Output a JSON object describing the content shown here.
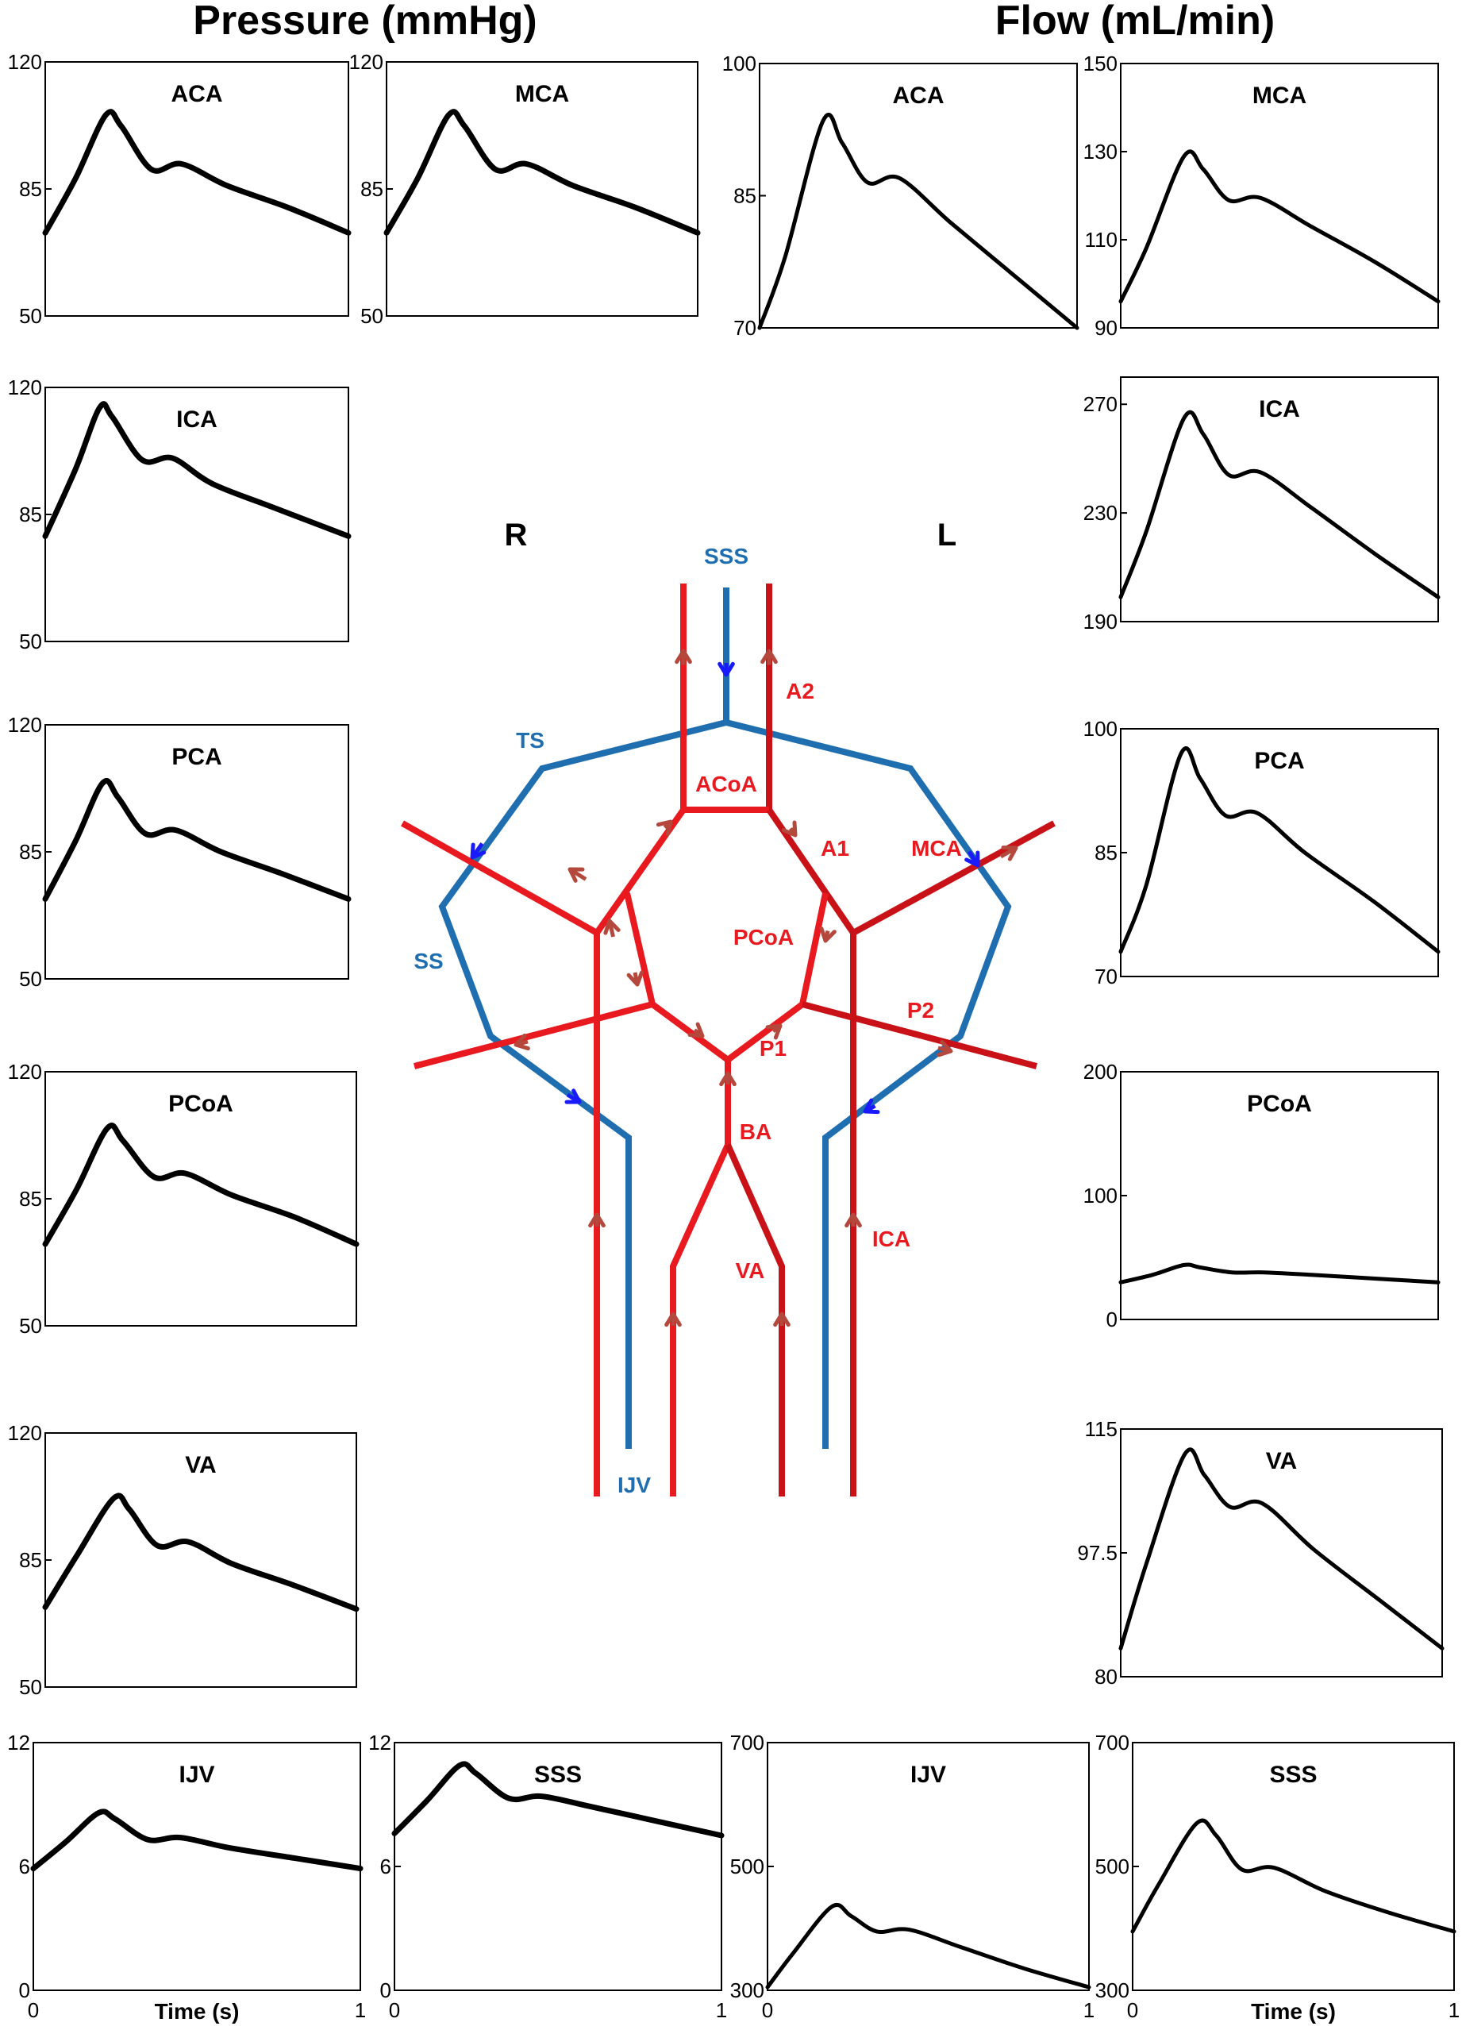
{
  "headings": {
    "pressure": "Pressure (mmHg)",
    "flow": "Flow (mL/min)"
  },
  "colors": {
    "artery": "#e8191f",
    "artery_dark": "#c81218",
    "vein": "#1f6fb0",
    "vein_arrow": "#1a1aff",
    "arrow": "#b4483c"
  },
  "chart_data": [
    {
      "id": "p-aca",
      "type": "line",
      "title": "ACA",
      "ylabel": "",
      "ylim": [
        50,
        120
      ],
      "yticks": [
        50,
        85,
        120
      ],
      "ytick_labels": [
        "50",
        "85",
        "120"
      ],
      "xlim": [
        0,
        1
      ],
      "shape": "pressure",
      "x": [
        0,
        0.1,
        0.2,
        0.25,
        0.35,
        0.45,
        0.6,
        0.8,
        1.0
      ],
      "values": [
        72.9,
        87.9,
        105.4,
        102.4,
        90.4,
        91.9,
        85.9,
        79.9,
        72.9
      ]
    },
    {
      "id": "p-mca",
      "type": "line",
      "title": "MCA",
      "ylabel": "",
      "ylim": [
        50,
        120
      ],
      "yticks": [
        50,
        85,
        120
      ],
      "ytick_labels": [
        "50",
        "85",
        "120"
      ],
      "xlim": [
        0,
        1
      ],
      "shape": "pressure",
      "x": [
        0,
        0.1,
        0.2,
        0.25,
        0.35,
        0.45,
        0.6,
        0.8,
        1.0
      ],
      "values": [
        72.9,
        87.9,
        105.4,
        102.4,
        90.4,
        91.9,
        85.9,
        79.9,
        72.9
      ]
    },
    {
      "id": "p-ica",
      "type": "line",
      "title": "ICA",
      "ylabel": "",
      "ylim": [
        50,
        120
      ],
      "yticks": [
        50,
        85,
        120
      ],
      "ytick_labels": [
        "50",
        "85",
        "120"
      ],
      "xlim": [
        0,
        1
      ],
      "shape": "pressure",
      "x": [
        0,
        0.1,
        0.18,
        0.22,
        0.32,
        0.42,
        0.55,
        0.75,
        1.0
      ],
      "values": [
        79.0,
        97.5,
        114.5,
        112.0,
        100.0,
        100.5,
        93.5,
        87.0,
        79.0
      ]
    },
    {
      "id": "p-pca",
      "type": "line",
      "title": "PCA",
      "ylabel": "",
      "ylim": [
        50,
        120
      ],
      "yticks": [
        50,
        85,
        120
      ],
      "ytick_labels": [
        "50",
        "85",
        "120"
      ],
      "xlim": [
        0,
        1
      ],
      "shape": "pressure",
      "x": [
        0,
        0.1,
        0.19,
        0.24,
        0.33,
        0.43,
        0.58,
        0.78,
        1.0
      ],
      "values": [
        72.0,
        88.0,
        104.0,
        100.0,
        90.0,
        91.0,
        85.0,
        79.0,
        72.0
      ]
    },
    {
      "id": "p-pcoa",
      "type": "line",
      "title": "PCoA",
      "ylabel": "",
      "ylim": [
        50,
        120
      ],
      "yticks": [
        50,
        85,
        120
      ],
      "ytick_labels": [
        "50",
        "85",
        "120"
      ],
      "xlim": [
        0,
        1
      ],
      "shape": "pressure",
      "x": [
        0,
        0.1,
        0.2,
        0.25,
        0.35,
        0.45,
        0.6,
        0.8,
        1.0
      ],
      "values": [
        72.5,
        87.5,
        104.5,
        101.0,
        91.0,
        92.0,
        86.0,
        80.0,
        72.5
      ]
    },
    {
      "id": "p-va",
      "type": "line",
      "title": "VA",
      "ylabel": "",
      "ylim": [
        50,
        120
      ],
      "yticks": [
        50,
        85,
        120
      ],
      "ytick_labels": [
        "50",
        "85",
        "120"
      ],
      "xlim": [
        0,
        1
      ],
      "shape": "pressure",
      "x": [
        0,
        0.1,
        0.22,
        0.27,
        0.36,
        0.46,
        0.6,
        0.8,
        1.0
      ],
      "values": [
        72.0,
        86.0,
        102.0,
        99.0,
        89.0,
        90.0,
        84.0,
        78.0,
        71.5
      ]
    },
    {
      "id": "p-ijv",
      "type": "line",
      "title": "IJV",
      "ylabel": "",
      "ylim": [
        0,
        12
      ],
      "yticks": [
        0,
        6,
        12
      ],
      "ytick_labels": [
        "0",
        "6",
        "12"
      ],
      "xlim": [
        0,
        1
      ],
      "xticks": [
        0,
        1
      ],
      "xtick_labels": [
        "0",
        "1"
      ],
      "xlabel": "Time (s)",
      "shape": "pressure",
      "x": [
        0,
        0.1,
        0.2,
        0.25,
        0.35,
        0.45,
        0.6,
        0.8,
        1.0
      ],
      "values": [
        5.9,
        7.2,
        8.6,
        8.3,
        7.3,
        7.4,
        6.9,
        6.4,
        5.9
      ]
    },
    {
      "id": "p-sss",
      "type": "line",
      "title": "SSS",
      "ylabel": "",
      "ylim": [
        0,
        12
      ],
      "yticks": [
        0,
        6,
        12
      ],
      "ytick_labels": [
        "0",
        "6",
        "12"
      ],
      "xlim": [
        0,
        1
      ],
      "xticks": [
        0,
        1
      ],
      "xtick_labels": [
        "0",
        "1"
      ],
      "xlabel": "",
      "shape": "pressure",
      "x": [
        0,
        0.1,
        0.2,
        0.25,
        0.35,
        0.45,
        0.6,
        0.8,
        1.0
      ],
      "values": [
        7.6,
        9.2,
        10.9,
        10.5,
        9.3,
        9.4,
        8.9,
        8.2,
        7.5
      ]
    },
    {
      "id": "f-aca",
      "type": "line",
      "title": "ACA",
      "ylabel": "",
      "ylim": [
        70,
        100
      ],
      "yticks": [
        70,
        85,
        100
      ],
      "ytick_labels": [
        "70",
        "85",
        "100"
      ],
      "xlim": [
        0,
        1
      ],
      "shape": "flow",
      "x": [
        0,
        0.08,
        0.2,
        0.26,
        0.34,
        0.44,
        0.6,
        0.8,
        1.0
      ],
      "values": [
        70.0,
        78.0,
        93.5,
        91.0,
        86.5,
        87.0,
        82.0,
        76.0,
        70.0
      ]
    },
    {
      "id": "f-mca",
      "type": "line",
      "title": "MCA",
      "ylabel": "",
      "ylim": [
        90,
        150
      ],
      "yticks": [
        90,
        110,
        130,
        150
      ],
      "ytick_labels": [
        "90",
        "110",
        "130",
        "150"
      ],
      "xlim": [
        0,
        1
      ],
      "shape": "flow",
      "x": [
        0,
        0.08,
        0.2,
        0.26,
        0.34,
        0.44,
        0.6,
        0.8,
        1.0
      ],
      "values": [
        96.0,
        108.0,
        129.0,
        126.0,
        119.0,
        119.5,
        113.0,
        105.0,
        96.0
      ]
    },
    {
      "id": "f-ica",
      "type": "line",
      "title": "ICA",
      "ylabel": "",
      "ylim": [
        190,
        280
      ],
      "yticks": [
        190,
        230,
        270
      ],
      "ytick_labels": [
        "190",
        "230",
        "270"
      ],
      "xlim": [
        0,
        1
      ],
      "shape": "flow",
      "x": [
        0,
        0.08,
        0.2,
        0.26,
        0.34,
        0.44,
        0.6,
        0.8,
        1.0
      ],
      "values": [
        199.0,
        223.0,
        265.0,
        259.0,
        244.0,
        245.0,
        232.0,
        215.0,
        199.0
      ]
    },
    {
      "id": "f-pca",
      "type": "line",
      "title": "PCA",
      "ylabel": "",
      "ylim": [
        70,
        100
      ],
      "yticks": [
        70,
        85,
        100
      ],
      "ytick_labels": [
        "70",
        "85",
        "100"
      ],
      "xlim": [
        0,
        1
      ],
      "shape": "flow",
      "x": [
        0,
        0.08,
        0.19,
        0.25,
        0.33,
        0.43,
        0.58,
        0.8,
        1.0
      ],
      "values": [
        73.0,
        81.0,
        97.0,
        94.0,
        89.5,
        89.8,
        85.0,
        79.0,
        73.0
      ]
    },
    {
      "id": "f-pcoa",
      "type": "line",
      "title": "PCoA",
      "ylabel": "",
      "ylim": [
        0,
        200
      ],
      "yticks": [
        0,
        100,
        200
      ],
      "ytick_labels": [
        "0",
        "100",
        "200"
      ],
      "xlim": [
        0,
        1
      ],
      "shape": "flow",
      "x": [
        0,
        0.1,
        0.2,
        0.25,
        0.35,
        0.45,
        0.6,
        0.8,
        1.0
      ],
      "values": [
        30.0,
        36.0,
        44.0,
        42.0,
        38.0,
        38.0,
        36.0,
        33.0,
        30.0
      ]
    },
    {
      "id": "f-va",
      "type": "line",
      "title": "VA",
      "ylabel": "",
      "ylim": [
        80,
        115
      ],
      "yticks": [
        80,
        97.5,
        115
      ],
      "ytick_labels": [
        "80",
        "97.5",
        "115"
      ],
      "xlim": [
        0,
        1
      ],
      "shape": "flow",
      "x": [
        0,
        0.08,
        0.2,
        0.26,
        0.34,
        0.44,
        0.6,
        0.8,
        1.0
      ],
      "values": [
        84.0,
        96.0,
        111.5,
        108.5,
        104.0,
        104.5,
        98.0,
        91.0,
        84.0
      ]
    },
    {
      "id": "f-ijv",
      "type": "line",
      "title": "IJV",
      "ylabel": "",
      "ylim": [
        300,
        700
      ],
      "yticks": [
        300,
        500,
        700
      ],
      "ytick_labels": [
        "300",
        "500",
        "700"
      ],
      "xlim": [
        0,
        1
      ],
      "xticks": [
        0,
        1
      ],
      "xtick_labels": [
        "0",
        "1"
      ],
      "xlabel": "",
      "shape": "flow",
      "x": [
        0,
        0.08,
        0.2,
        0.26,
        0.34,
        0.44,
        0.6,
        0.8,
        1.0
      ],
      "values": [
        305.0,
        360.0,
        435.0,
        420.0,
        395.0,
        398.0,
        370.0,
        335.0,
        305.0
      ]
    },
    {
      "id": "f-sss",
      "type": "line",
      "title": "SSS",
      "ylabel": "",
      "ylim": [
        300,
        700
      ],
      "yticks": [
        300,
        500,
        700
      ],
      "ytick_labels": [
        "300",
        "500",
        "700"
      ],
      "xlim": [
        0,
        1
      ],
      "xticks": [
        0,
        1
      ],
      "xtick_labels": [
        "0",
        "1"
      ],
      "xlabel": "Time (s)",
      "shape": "flow",
      "x": [
        0,
        0.08,
        0.2,
        0.26,
        0.34,
        0.44,
        0.6,
        0.8,
        1.0
      ],
      "values": [
        395.0,
        470.0,
        570.0,
        550.0,
        495.0,
        498.0,
        460.0,
        425.0,
        395.0
      ]
    }
  ],
  "diagram": {
    "side_labels": {
      "right": "R",
      "left": "L"
    },
    "vessel_labels": {
      "sss": "SSS",
      "ts": "TS",
      "ss": "SS",
      "ijv": "IJV",
      "a2": "A2",
      "acoa": "ACoA",
      "a1": "A1",
      "mca": "MCA",
      "pcoa": "PCoA",
      "p2": "P2",
      "p1": "P1",
      "ba": "BA",
      "va": "VA",
      "ica": "ICA"
    }
  }
}
